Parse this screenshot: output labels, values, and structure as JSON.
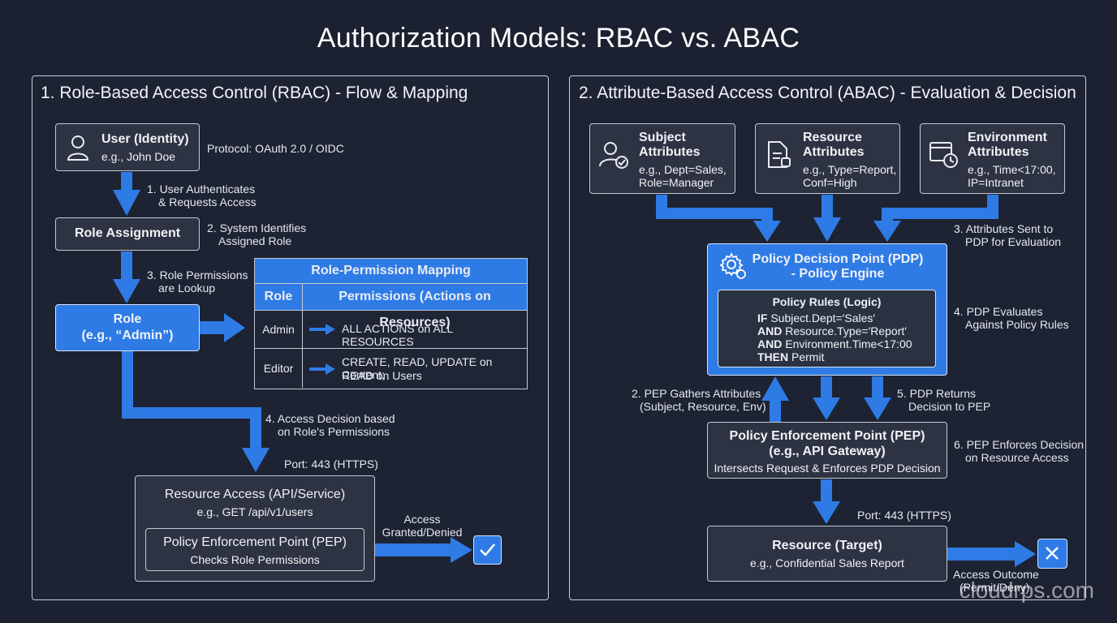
{
  "title": "Authorization Models: RBAC vs. ABAC",
  "rbac": {
    "panel_title": "1. Role-Based Access Control (RBAC) - Flow & Mapping",
    "user_title": "User (Identity)",
    "user_sub": "e.g., John Doe",
    "user_icon": "user-icon",
    "protocol": "Protocol: OAuth 2.0 / OIDC",
    "step1_a": "1. User Authenticates",
    "step1_b": "& Requests Access",
    "role_assignment": "Role Assignment",
    "step2_a": "2. System Identifies",
    "step2_b": "Assigned Role",
    "step3_a": "3. Role Permissions",
    "step3_b": "are Lookup",
    "role_a": "Role",
    "role_b": "(e.g., “Admin”)",
    "mapping_title": "Role-Permission Mapping",
    "mapping_col_role": "Role",
    "mapping_col_perm": "Permissions (Actions on Resources)",
    "rows": [
      {
        "role": "Admin",
        "perm_a": "ALL ACTIONS on ALL RESOURCES",
        "perm_b": ""
      },
      {
        "role": "Editor",
        "perm_a": "CREATE, READ, UPDATE on Content;",
        "perm_b": "READ on Users"
      }
    ],
    "step4_a": "4. Access Decision based",
    "step4_b": "on Role's Permissions",
    "port": "Port: 443 (HTTPS)",
    "resource_title": "Resource Access (API/Service)",
    "resource_sub": "e.g., GET /api/v1/users",
    "pep_title": "Policy Enforcement Point (PEP)",
    "pep_sub": "Checks Role Permissions",
    "access_a": "Access",
    "access_b": "Granted/Denied",
    "outcome_icon": "check-icon"
  },
  "abac": {
    "panel_title": "2. Attribute-Based Access Control (ABAC) - Evaluation & Decision",
    "subject_a": "Subject",
    "subject_b": "Attributes",
    "subject_c": "e.g., Dept=Sales,",
    "subject_d": "Role=Manager",
    "resource_a": "Resource",
    "resource_b": "Attributes",
    "resource_c": "e.g., Type=Report,",
    "resource_d": "Conf=High",
    "env_a": "Environment",
    "env_b": "Attributes",
    "env_c": "e.g., Time<17:00,",
    "env_d": "IP=Intranet",
    "step3_a": "3. Attributes Sent to",
    "step3_b": "PDP for Evaluation",
    "pdp_a": "Policy Decision Point (PDP)",
    "pdp_b": "- Policy Engine",
    "rules_title": "Policy Rules (Logic)",
    "r1_kw": "IF",
    "r1": " Subject.Dept='Sales'",
    "r2_kw": "AND",
    "r2": " Resource.Type='Report'",
    "r3_kw": "AND",
    "r3": " Environment.Time<17:00",
    "r4_kw": "THEN",
    "r4": " Permit",
    "step4_a": "4. PDP Evaluates",
    "step4_b": "Against Policy Rules",
    "step2_a": "2. PEP Gathers Attributes",
    "step2_b": "(Subject, Resource, Env)",
    "step5_a": "5. PDP Returns",
    "step5_b": "Decision to PEP",
    "pep_a": "Policy Enforcement Point (PEP)",
    "pep_b": "(e.g., API Gateway)",
    "pep_c": "Intersects Request & Enforces PDP Decision",
    "step6_a": "6. PEP Enforces Decision",
    "step6_b": "on Resource Access",
    "port": "Port: 443 (HTTPS)",
    "target_a": "Resource (Target)",
    "target_b": "e.g., Confidential Sales Report",
    "outcome_a": "Access Outcome",
    "outcome_b": "(Permit/Deny)",
    "outcome_icon": "x-icon"
  },
  "watermark": "cloudrps.com",
  "colors": {
    "accent": "#2f7be6",
    "box": "#2d3342",
    "background": "#1b2130"
  }
}
